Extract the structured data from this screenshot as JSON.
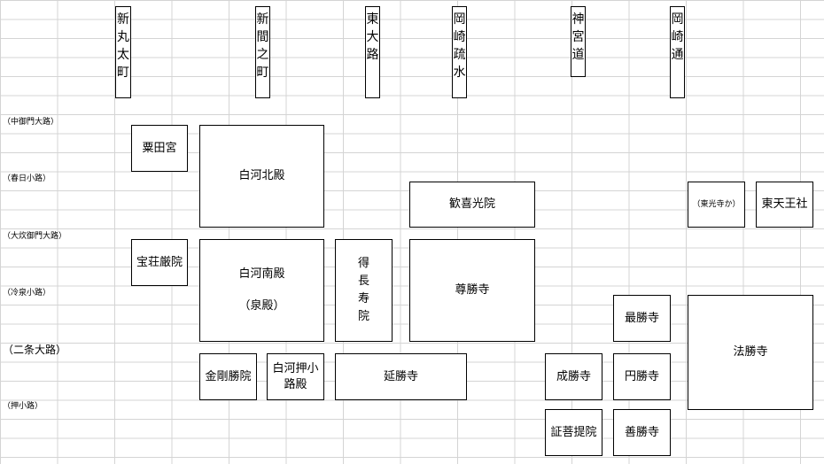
{
  "streets_ns": [
    {
      "label": "新丸太町",
      "chars": [
        "新",
        "丸",
        "太",
        "町"
      ]
    },
    {
      "label": "新間之町",
      "chars": [
        "新",
        "間",
        "之",
        "町"
      ]
    },
    {
      "label": "東大路",
      "chars": [
        "東",
        "大",
        "路"
      ]
    },
    {
      "label": "岡崎疏水",
      "chars": [
        "岡",
        "崎",
        "疏",
        "水"
      ]
    },
    {
      "label": "神宮道",
      "chars": [
        "神",
        "宮",
        "道"
      ]
    },
    {
      "label": "岡崎通",
      "chars": [
        "岡",
        "崎",
        "通"
      ]
    }
  ],
  "streets_ew": [
    {
      "label": "（中御門大路）"
    },
    {
      "label": "（春日小路）"
    },
    {
      "label": "（大炊御門大路）"
    },
    {
      "label": "（冷泉小路）"
    },
    {
      "label": "（二条大路）"
    },
    {
      "label": "（押小路）"
    }
  ],
  "buildings": {
    "awatanomiya": "粟田宮",
    "shirakawa_kitadono": "白河北殿",
    "kankikoin": "歓喜光院",
    "tokojiKa": "（東光寺か）",
    "higashitennosha": "東天王社",
    "hoshogonin": "宝荘厳院",
    "shirakawa_minamidono_line1": "白河南殿",
    "shirakawa_minamidono_line2": "（泉殿）",
    "tokujuin_chars": [
      "得",
      "長",
      "寿",
      "院"
    ],
    "sonshoji": "尊勝寺",
    "saishoji": "最勝寺",
    "hoshoji": "法勝寺",
    "kongoshoin": "金剛勝院",
    "oshikoji_line1": "白河押小",
    "oshikoji_line2": "路殿",
    "enshoji": "延勝寺",
    "joshoji": "成勝寺",
    "enshoji2": "円勝寺",
    "shobodaiin": "証菩提院",
    "zenshoji": "善勝寺"
  }
}
